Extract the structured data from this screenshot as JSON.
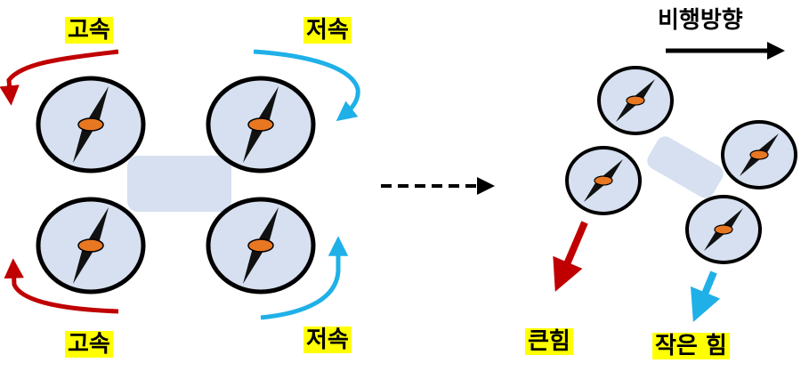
{
  "labels": {
    "top_left": "고속",
    "top_right": "저속",
    "bottom_left": "고속",
    "bottom_right": "저속",
    "flight_direction": "비행방향",
    "strong_force": "큰힘",
    "weak_force": "작은 힘"
  },
  "colors": {
    "fast_arrow": "#c00000",
    "slow_arrow": "#1fb0e8",
    "propeller_fill": "#d6e0f0",
    "body_fill": "#d6e0f0",
    "hub": "#e87722",
    "blade": "#111111",
    "highlight": "#ffff00"
  }
}
